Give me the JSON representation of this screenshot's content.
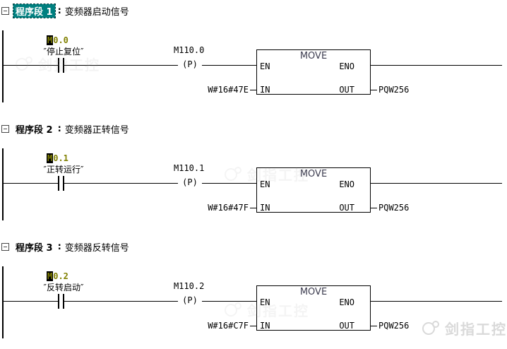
{
  "ui": {
    "colon": ":"
  },
  "colors": {
    "selected_header_bg": "#007f7f",
    "selected_header_text": "#ffffff",
    "address_olive": "#808000",
    "move_title": "#3d3d50",
    "watermark_gray": "#d9d9d9"
  },
  "networks": [
    {
      "header": {
        "label": "程序段 1",
        "comment": "变频器启动信号",
        "selected": true
      },
      "contact": {
        "address_head": "M",
        "address_rest": "0.0",
        "symbol": "″停止复位″"
      },
      "coil": {
        "address": "M110.0",
        "symbol": "(P)"
      },
      "block": {
        "title": "MOVE",
        "pins": {
          "en": "EN",
          "eno": "ENO",
          "in": "IN",
          "out": "OUT"
        },
        "in_value": "W#16#47E",
        "out_value": "PQW256"
      }
    },
    {
      "header": {
        "label": "程序段 2",
        "comment": "变频器正转信号",
        "selected": false
      },
      "contact": {
        "address_head": "M",
        "address_rest": "0.1",
        "symbol": "″正转运行″"
      },
      "coil": {
        "address": "M110.1",
        "symbol": "(P)"
      },
      "block": {
        "title": "MOVE",
        "pins": {
          "en": "EN",
          "eno": "ENO",
          "in": "IN",
          "out": "OUT"
        },
        "in_value": "W#16#47F",
        "out_value": "PQW256"
      }
    },
    {
      "header": {
        "label": "程序段 3",
        "comment": "变频器反转信号",
        "selected": false
      },
      "contact": {
        "address_head": "M",
        "address_rest": "0.2",
        "symbol": "″反转启动″"
      },
      "coil": {
        "address": "M110.2",
        "symbol": "(P)"
      },
      "block": {
        "title": "MOVE",
        "pins": {
          "en": "EN",
          "eno": "ENO",
          "in": "IN",
          "out": "OUT"
        },
        "in_value": "W#16#C7F",
        "out_value": "PQW256"
      }
    }
  ],
  "watermark": {
    "text": "剑指工控"
  }
}
